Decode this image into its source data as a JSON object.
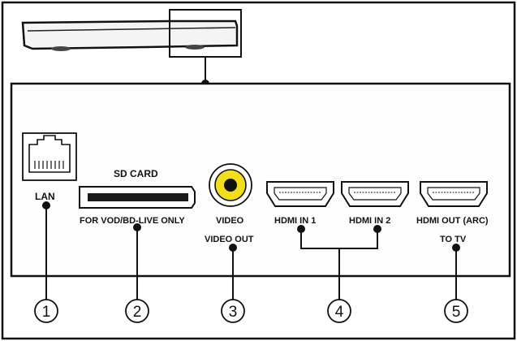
{
  "ports": {
    "lan": {
      "label": "LAN",
      "callout": "1"
    },
    "sd_card": {
      "title": "SD CARD",
      "label": "FOR VOD/BD-LIVE ONLY",
      "callout": "2"
    },
    "video": {
      "title": "VIDEO",
      "label": "VIDEO OUT",
      "callout": "3"
    },
    "hdmi_in_1": {
      "label": "HDMI IN 1"
    },
    "hdmi_in_2": {
      "label": "HDMI IN 2"
    },
    "hdmi_in_callout": "4",
    "hdmi_out": {
      "label": "HDMI OUT (ARC)",
      "sublabel": "TO TV",
      "callout": "5"
    }
  },
  "colors": {
    "line": "#111111",
    "rca_ring": "#f2df1c",
    "background": "#ffffff"
  },
  "icons": [
    "device-front-icon",
    "ethernet-port-icon",
    "sd-card-slot-icon",
    "rca-jack-icon",
    "hdmi-port-icon"
  ]
}
